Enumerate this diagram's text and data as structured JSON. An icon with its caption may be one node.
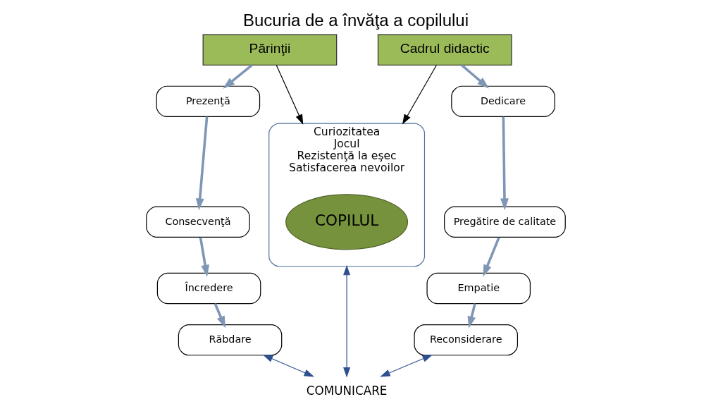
{
  "diagram": {
    "title": "Bucuria de a învăţa a copilului",
    "nodes": [
      {
        "text": [
          "Părinţii"
        ]
      },
      {
        "text": [
          "Prezenţă"
        ]
      },
      {
        "text": [
          "Consecvenţă"
        ]
      },
      {
        "text": [
          "Încredere"
        ]
      },
      {
        "text": [
          "Răbdare"
        ]
      },
      {
        "text": [
          "Cadrul didactic"
        ]
      },
      {
        "text": [
          "Dedicare"
        ]
      },
      {
        "text": [
          "Pregătire de calitate"
        ]
      },
      {
        "text": [
          "Empatie"
        ]
      },
      {
        "text": [
          "Reconsiderare"
        ]
      },
      {
        "text": [
          "Curiozitatea",
          "Jocul",
          "Rezistenţă la eşec",
          "Satisfacerea nevoilor"
        ]
      },
      {
        "text": [
          "COPILUL"
        ],
        "in": 10
      },
      {
        "text": [
          "COMUNICARE"
        ]
      }
    ],
    "edges": [
      {
        "from": 0,
        "to": 1,
        "arrow": "to"
      },
      {
        "from": 1,
        "to": 2,
        "arrow": "to"
      },
      {
        "from": 2,
        "to": 3,
        "arrow": "to"
      },
      {
        "from": 3,
        "to": 4,
        "arrow": "to"
      },
      {
        "from": 5,
        "to": 6,
        "arrow": "to"
      },
      {
        "from": 6,
        "to": 7,
        "arrow": "to"
      },
      {
        "from": 7,
        "to": 8,
        "arrow": "to"
      },
      {
        "from": 8,
        "to": 9,
        "arrow": "to"
      },
      {
        "from": 0,
        "to": 10,
        "arrow": "to",
        "color": "#000000"
      },
      {
        "from": 5,
        "to": 10,
        "arrow": "to",
        "color": "#000000"
      },
      {
        "from": 4,
        "to": 12,
        "arrow": "both",
        "color": "#2f4f8f"
      },
      {
        "from": 10,
        "to": 12,
        "arrow": "both",
        "color": "#2f4f8f"
      },
      {
        "from": 9,
        "to": 12,
        "arrow": "both",
        "color": "#2f4f8f"
      }
    ]
  }
}
